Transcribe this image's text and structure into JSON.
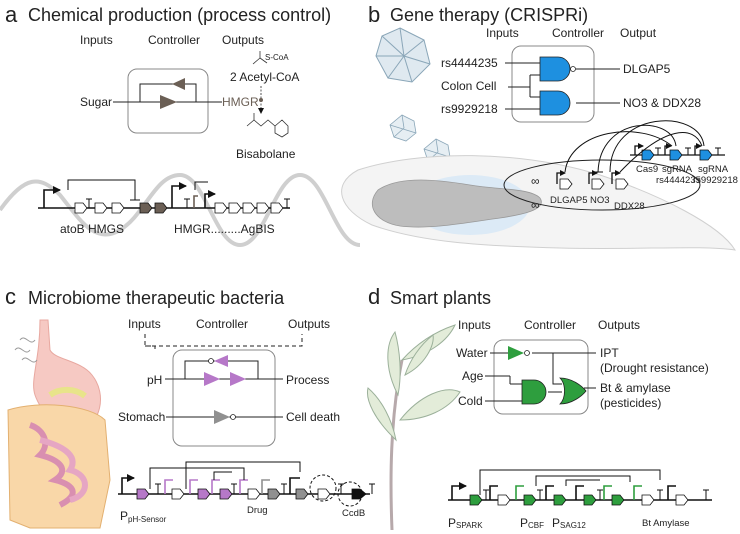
{
  "panel_a": {
    "letter": "a",
    "title": "Chemical production (process control)",
    "headers": [
      "Inputs",
      "Controller",
      "Outputs"
    ],
    "input": "Sugar",
    "output": "HMGR",
    "pathway": [
      "2 Acetyl-CoA",
      "Bisabolane"
    ],
    "small_label": "S-CoA",
    "genes_left": "atoB HMGS",
    "genes_right": "HMGR.........AgBIS"
  },
  "panel_b": {
    "letter": "b",
    "title": "Gene therapy (CRISPRi)",
    "headers": [
      "Inputs",
      "Controller",
      "Output"
    ],
    "inputs": [
      "rs4444235",
      "Colon Cell",
      "rs9929218"
    ],
    "outputs": [
      "DLGAP5",
      "NO3 & DDX28"
    ],
    "targets": [
      "DLGAP5",
      "NO3",
      "DDX28"
    ],
    "parts": [
      "Cas9",
      "sgRNA",
      "sgRNA"
    ],
    "part_snps": [
      "rs4444235",
      "rs9929218"
    ]
  },
  "panel_c": {
    "letter": "c",
    "title": "Microbiome therapeutic bacteria",
    "headers": [
      "Inputs",
      "Controller",
      "Outputs"
    ],
    "inputs": [
      "pH",
      "Stomach"
    ],
    "outputs": [
      "Process",
      "Cell death"
    ],
    "promoter_main": "P",
    "promoter_sub": "pH-Sensor",
    "genes": [
      "Drug",
      "CcdB"
    ]
  },
  "panel_d": {
    "letter": "d",
    "title": "Smart plants",
    "headers": [
      "Inputs",
      "Controller",
      "Outputs"
    ],
    "inputs": [
      "Water",
      "Age",
      "Cold"
    ],
    "outputs": [
      "IPT",
      "(Drought resistance)",
      "Bt & amylase",
      "(pesticides)"
    ],
    "promoters": [
      {
        "main": "P",
        "sub": "SPARK"
      },
      {
        "main": "P",
        "sub": "CBF"
      },
      {
        "main": "P",
        "sub": "SAG12"
      }
    ],
    "genes": "Bt  Amylase"
  },
  "colors": {
    "brown": "#6b5f55",
    "blue": "#1e90e0",
    "purple": "#b678c8",
    "gray_gate": "#909090",
    "green": "#2e9e3e",
    "box_border": "#888888"
  }
}
